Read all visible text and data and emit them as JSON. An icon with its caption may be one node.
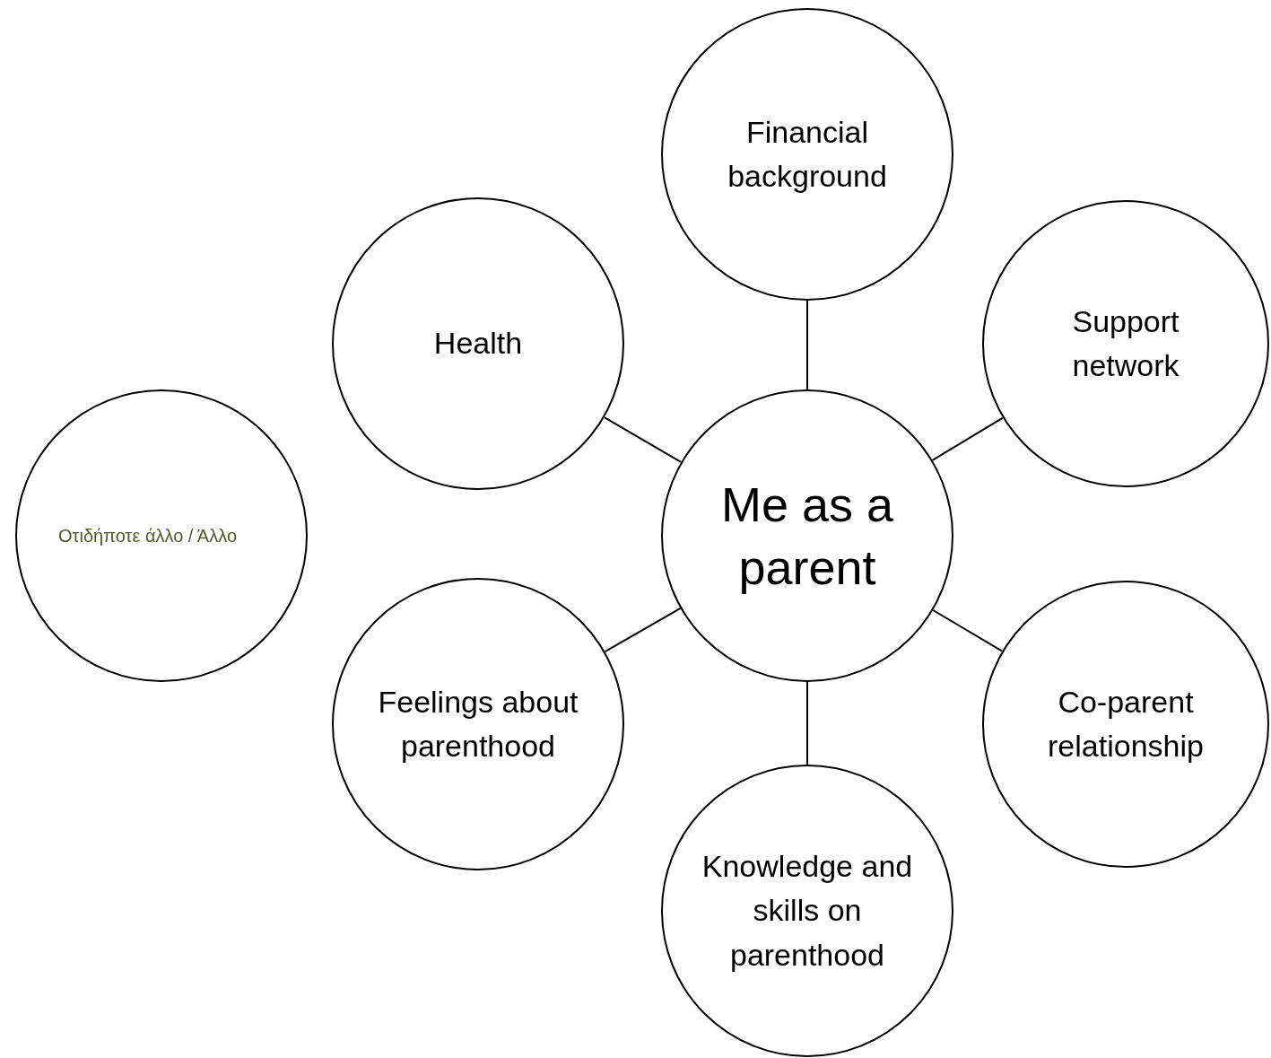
{
  "diagram": {
    "nodes": [
      {
        "text": [
          "Financial background"
        ]
      },
      {
        "text": [
          "Health"
        ]
      },
      {
        "text": [
          "Support network"
        ]
      },
      {
        "text": [
          "Οτιδήποτε άλλο / Άλλο"
        ]
      },
      {
        "text": [
          "Me as a parent"
        ]
      },
      {
        "text": [
          "Feelings about parenthood"
        ]
      },
      {
        "text": [
          "Co-parent relationship"
        ]
      },
      {
        "text": [
          "Knowledge and skills on parenthood"
        ]
      }
    ],
    "edges": [
      {
        "from": 4,
        "to": 0,
        "arrow": "none"
      },
      {
        "from": 4,
        "to": 1,
        "arrow": "none"
      },
      {
        "from": 4,
        "to": 2,
        "arrow": "none"
      },
      {
        "from": 4,
        "to": 5,
        "arrow": "none"
      },
      {
        "from": 4,
        "to": 6,
        "arrow": "none"
      },
      {
        "from": 4,
        "to": 7,
        "arrow": "none"
      }
    ]
  }
}
